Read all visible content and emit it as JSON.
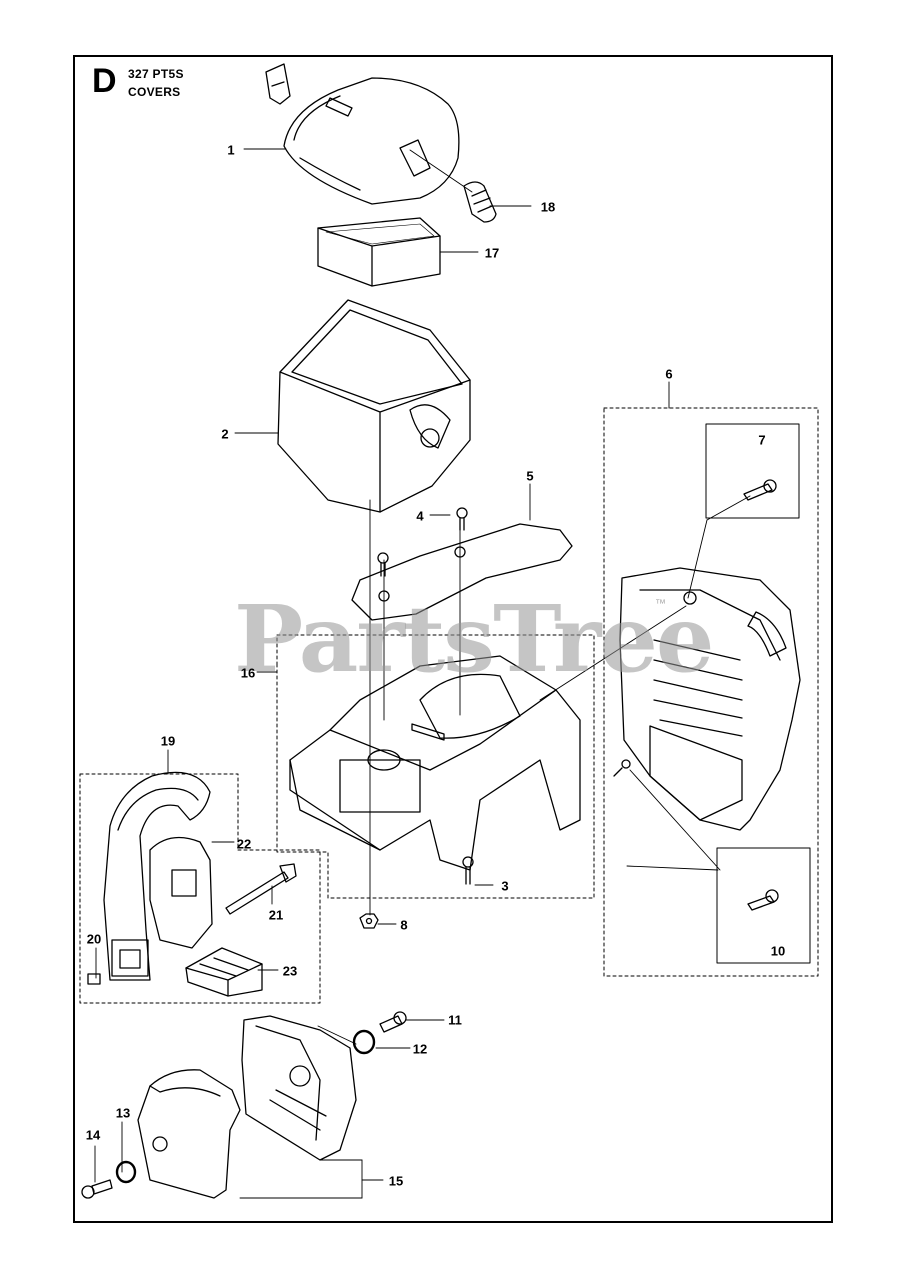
{
  "diagram": {
    "section_letter": "D",
    "model": "327 PT5S",
    "section_title": "COVERS",
    "watermark": "PartsTree",
    "watermark_mark": "™",
    "callouts": {
      "c1": "1",
      "c2": "2",
      "c3": "3",
      "c4": "4",
      "c5": "5",
      "c6": "6",
      "c7": "7",
      "c8": "8",
      "c10": "10",
      "c11": "11",
      "c12": "12",
      "c13": "13",
      "c14": "14",
      "c15": "15",
      "c16": "16",
      "c17": "17",
      "c18": "18",
      "c19": "19",
      "c20": "20",
      "c21": "21",
      "c22": "22",
      "c23": "23"
    }
  }
}
